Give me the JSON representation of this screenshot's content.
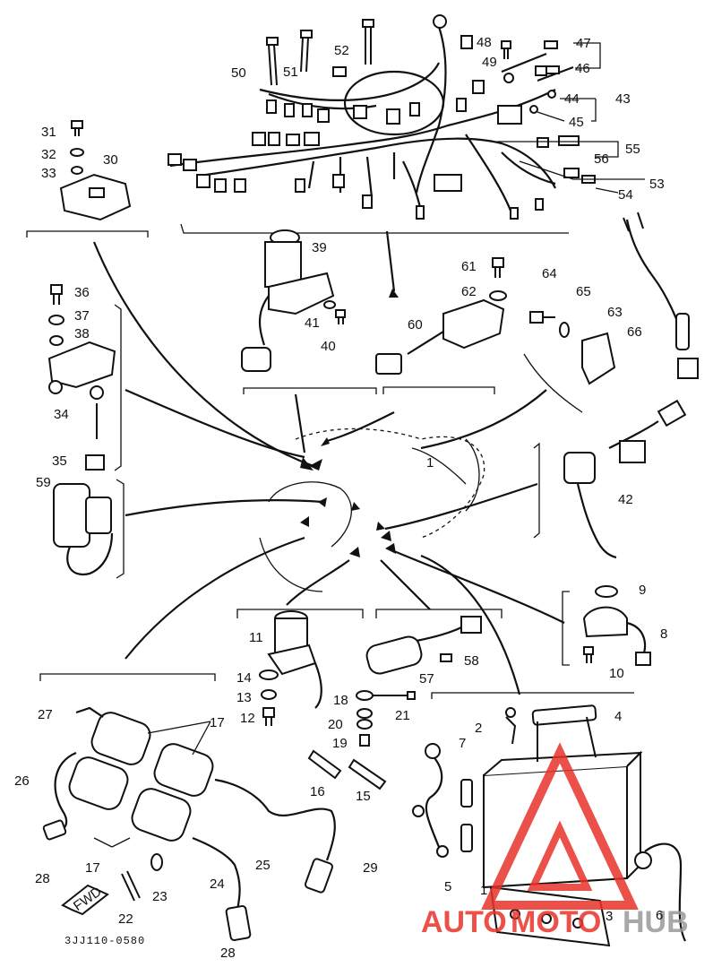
{
  "diagram": {
    "drawing_code": "3JJ110-0580",
    "watermark": {
      "word_a": "AUTO",
      "word_b": "MOTO",
      "word_c": "HUB",
      "color_red": "#e8322a",
      "color_gray": "#9a9a9a"
    },
    "callouts": {
      "c1": "1",
      "c1b": "1",
      "c2": "2",
      "c3": "3",
      "c4": "4",
      "c5": "5",
      "c6": "6",
      "c7": "7",
      "c8": "8",
      "c9": "9",
      "c10": "10",
      "c11": "11",
      "c12": "12",
      "c13": "13",
      "c14": "14",
      "c15": "15",
      "c16": "16",
      "c17a": "17",
      "c17b": "17",
      "c18": "18",
      "c19": "19",
      "c20": "20",
      "c21": "21",
      "c22": "22",
      "c23": "23",
      "c24": "24",
      "c25": "25",
      "c26": "26",
      "c27": "27",
      "c28a": "28",
      "c28b": "28",
      "c29": "29",
      "c30": "30",
      "c31": "31",
      "c32": "32",
      "c33": "33",
      "c34": "34",
      "c35": "35",
      "c36": "36",
      "c37": "37",
      "c38": "38",
      "c39": "39",
      "c40": "40",
      "c41": "41",
      "c42": "42",
      "c43": "43",
      "c44": "44",
      "c45": "45",
      "c46": "46",
      "c47": "47",
      "c48": "48",
      "c49": "49",
      "c50": "50",
      "c51": "51",
      "c52": "52",
      "c53": "53",
      "c54": "54",
      "c55": "55",
      "c56": "56",
      "c57": "57",
      "c58": "58",
      "c59": "59",
      "c60": "60",
      "c61": "61",
      "c62": "62",
      "c63": "63",
      "c64": "64",
      "c65": "65",
      "c66": "66"
    },
    "fwd_label": "FWD"
  }
}
